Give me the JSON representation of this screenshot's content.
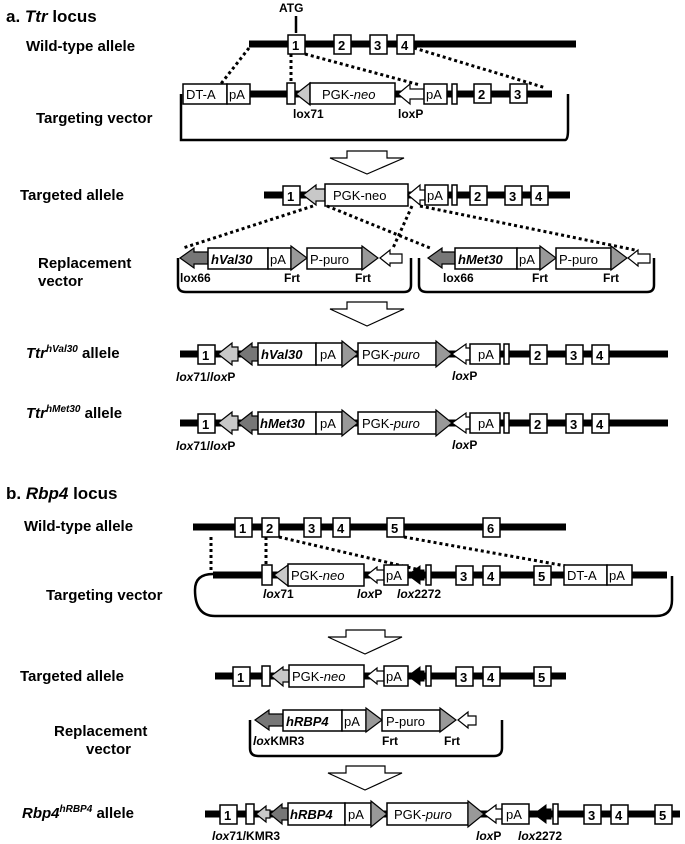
{
  "section_a": {
    "letter": "a.",
    "gene": "Ttr",
    "word": "locus",
    "atg": "ATG",
    "wild_type_label": "Wild-type allele",
    "targeting_vector_label": "Targeting vector",
    "targeted_allele_label": "Targeted allele",
    "replacement_label_1": "Replacement",
    "replacement_label_2": "vector",
    "allele_val_gene": "Ttr",
    "allele_val_sup": "hVal30",
    "allele_met_gene": "Ttr",
    "allele_met_sup": "hMet30",
    "allele_word": "allele",
    "exons": [
      "1",
      "2",
      "3",
      "4"
    ],
    "dta": "DT-A",
    "pa": "pA",
    "pgk": "PGK-",
    "neo": "neo",
    "pgk_neo_plain": "PGK-neo",
    "lox71": "lox71",
    "loxP": "loxP",
    "lox66": "lox66",
    "frt": "Frt",
    "hval": "hVal30",
    "hmet": "hMet30",
    "ppuro": "P-puro",
    "pgk_puro_1": "PGK-",
    "puro": "puro",
    "lox71_it": "lox",
    "lox71_num": "71/",
    "lox_it2": "lox",
    "lox_P": "P",
    "loxp_it": "lox",
    "loxp_P": "P"
  },
  "section_b": {
    "letter": "b.",
    "gene": "Rbp4",
    "word": "locus",
    "wild_type_label": "Wild-type allele",
    "targeting_vector_label": "Targeting vector",
    "targeted_allele_label": "Targeted allele",
    "replacement_label_1": "Replacement",
    "replacement_label_2": "vector",
    "allele_gene": "Rbp4",
    "allele_sup": "hRBP4",
    "allele_word": "allele",
    "exons": [
      "1",
      "2",
      "3",
      "4",
      "5",
      "6"
    ],
    "dta": "DT-A",
    "pa": "pA",
    "pgk": "PGK-",
    "neo": "neo",
    "lox71_it": "lox",
    "lox71_num": "71",
    "loxP_it": "lox",
    "loxP_P": "P",
    "lox2272_it": "lox",
    "lox2272_num": "2272",
    "hrbp4": "hRBP4",
    "ppuro": "P-puro",
    "frt": "Frt",
    "loxkmr3_it": "lox",
    "loxkmr3_num": "KMR3",
    "pgk_puro_1": "PGK-",
    "puro": "puro",
    "lox71kmr3_it": "lox",
    "lox71kmr3_num": "71/KMR3"
  }
}
